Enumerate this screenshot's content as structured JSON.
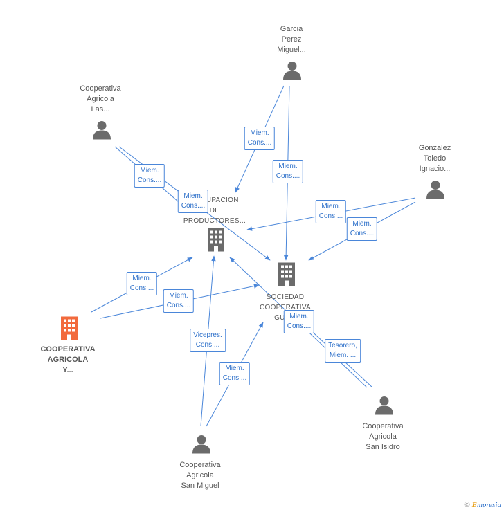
{
  "colors": {
    "edge": "#4a86d9",
    "node_gray": "#6b6b6b",
    "node_highlight": "#f26a3c"
  },
  "nodes": {
    "garcia": {
      "label": "Garcia\nPerez\nMiguel...",
      "icon": "person-icon"
    },
    "coop_las": {
      "label": "Cooperativa\nAgricola\nLas...",
      "icon": "person-icon"
    },
    "gonzalez": {
      "label": "Gonzalez\nToledo\nIgnacio...",
      "icon": "person-icon"
    },
    "agrupacion": {
      "label": "AGRUPACION\nDE\nPRODUCTORES...",
      "icon": "building-icon"
    },
    "sociedad": {
      "label": "SOCIEDAD\nCOOPERATIVA\nGUA...",
      "icon": "building-icon"
    },
    "coop_y": {
      "label": "COOPERATIVA\nAGRICOLA\nY...",
      "icon": "building-icon"
    },
    "coop_san_isidro": {
      "label": "Cooperativa\nAgricola\nSan Isidro",
      "icon": "person-icon"
    },
    "coop_san_miguel": {
      "label": "Cooperativa\nAgricola\nSan Miguel",
      "icon": "person-icon"
    }
  },
  "edge_labels": [
    "Miem.\nCons....",
    "Miem.\nCons....",
    "Miem.\nCons....",
    "Miem.\nCons....",
    "Miem.\nCons....",
    "Miem.\nCons....",
    "Miem.\nCons....",
    "Miem.\nCons....",
    "Miem.\nCons....",
    "Vicepres.\nCons....",
    "Miem.\nCons....",
    "Tesorero,\nMiem. ..."
  ],
  "footer": {
    "copyright": "©",
    "brand_first": "E",
    "brand_rest": "mpresia"
  }
}
